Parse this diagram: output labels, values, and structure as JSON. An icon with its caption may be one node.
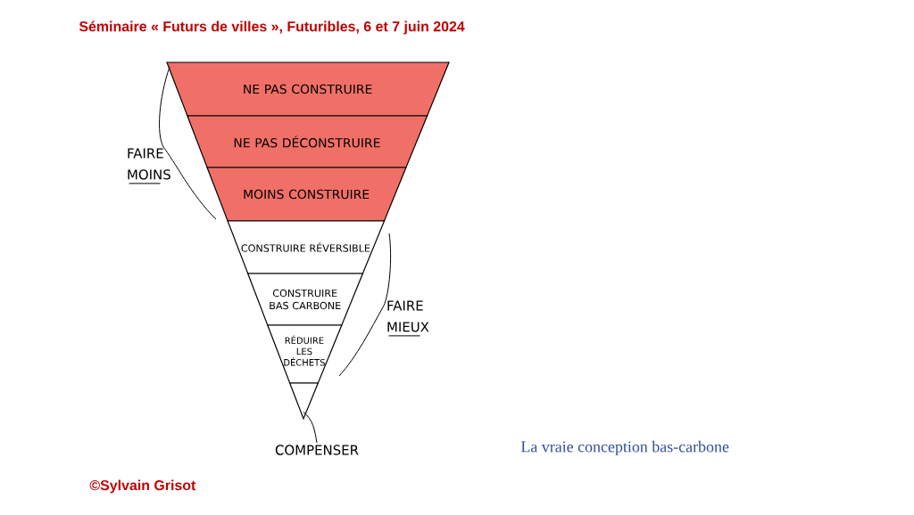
{
  "diagram": {
    "title": "Séminaire « Futurs de villes », Futuribles, 6 et 7 juin 2024",
    "caption": "La vraie conception bas-carbone",
    "nodes": [
      {
        "text": [
          "NE PAS CONSTRUIRE"
        ]
      },
      {
        "text": [
          "NE PAS DÉCONSTRUIRE"
        ]
      },
      {
        "text": [
          "MOINS CONSTRUIRE"
        ]
      },
      {
        "text": [
          "CONSTRUIRE RÉVERSIBLE"
        ]
      },
      {
        "text": [
          "CONSTRUIRE BAS CARBONE"
        ]
      },
      {
        "text": [
          "RÉDUIRE LES DÉCHETS"
        ]
      },
      {
        "text": [],
        "shape": "triangle"
      },
      {
        "text": [
          "COMPENSER"
        ]
      }
    ],
    "edges": [
      {
        "from": 7,
        "to": 6,
        "arrow": "none"
      }
    ],
    "labels": [
      "FAIRE MOINS",
      "FAIRE MIEUX",
      "©Sylvain Grisot"
    ]
  }
}
